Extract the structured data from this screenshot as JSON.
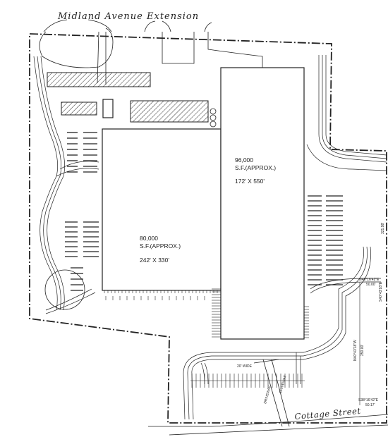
{
  "streets": {
    "top": "Midland Avenue Extension",
    "bottom": "Cottage Street"
  },
  "buildings": [
    {
      "id": "west",
      "area": "80,000",
      "unit": "S.F.(APPROX.)",
      "dims": "242' X 330'"
    },
    {
      "id": "east",
      "area": "96,000",
      "unit": "S.F.(APPROX.)",
      "dims": "172' X 550'"
    }
  ],
  "dimensions": {
    "east_edge": "321.98'",
    "bearing_1": "N48°16'42\"E",
    "dist_1": "50.00'",
    "bearing_2": "S40°43'18\"E",
    "bearing_3": "N40°43'18\"W",
    "dist_3": "250.00'",
    "bearing_4": "S38°16'42\"E",
    "dist_4": "50.17'",
    "wide": "20' WIDE",
    "drive_1": "DRIVEWAY",
    "drive_2": "DRIVEWAY"
  },
  "colors": {
    "ink": "#222222",
    "hatch": "#333333"
  }
}
